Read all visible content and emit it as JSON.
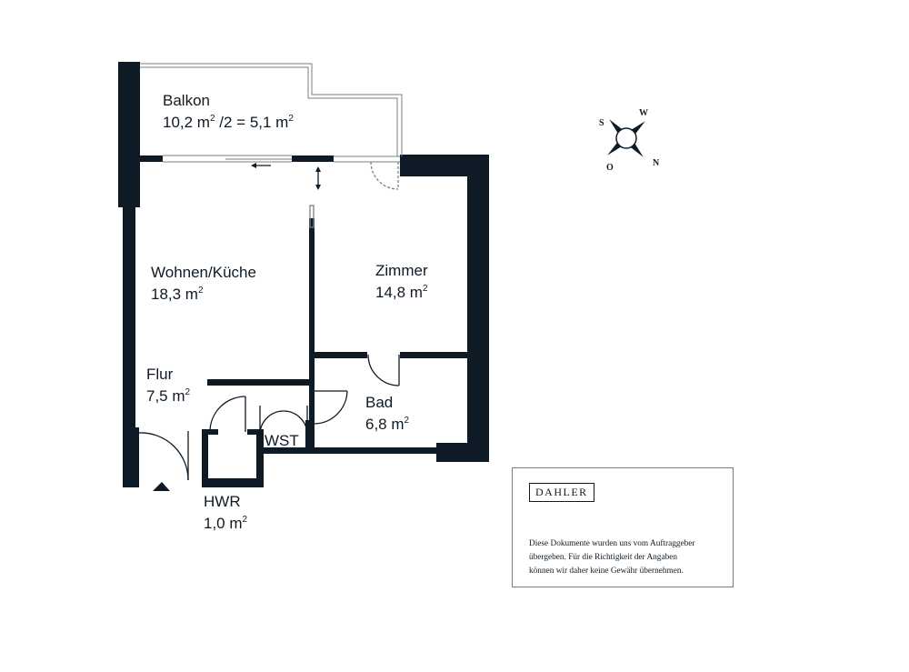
{
  "rooms": [
    {
      "id": "balkon",
      "name": "Balkon",
      "area": "10,2 m",
      "area_tail": " /2 = 5,1 m",
      "sup": "2"
    },
    {
      "id": "wohnen",
      "name": "Wohnen/Küche",
      "area": "18,3 m",
      "sup": "2"
    },
    {
      "id": "zimmer",
      "name": "Zimmer",
      "area": "14,8 m",
      "sup": "2"
    },
    {
      "id": "flur",
      "name": "Flur",
      "area": "7,5 m",
      "sup": "2"
    },
    {
      "id": "bad",
      "name": "Bad",
      "area": "6,8 m",
      "sup": "2"
    },
    {
      "id": "wst",
      "name": "WST"
    },
    {
      "id": "hwr",
      "name": "HWR",
      "area": "1,0 m",
      "sup": "2"
    }
  ],
  "compass": {
    "north": "N",
    "south": "S",
    "west": "W",
    "east": "O"
  },
  "brand": {
    "logo": "DAHLER"
  },
  "disclaimer": {
    "lines": [
      "Diese Dokumente wurden uns vom Auftraggeber",
      "übergeben. Für die Richtigkeit der Angaben",
      "können wir daher keine Gewähr übernehmen."
    ]
  },
  "colors": {
    "wall": "#0e1a26",
    "thin_line": "#7a7f85",
    "background": "#ffffff"
  }
}
